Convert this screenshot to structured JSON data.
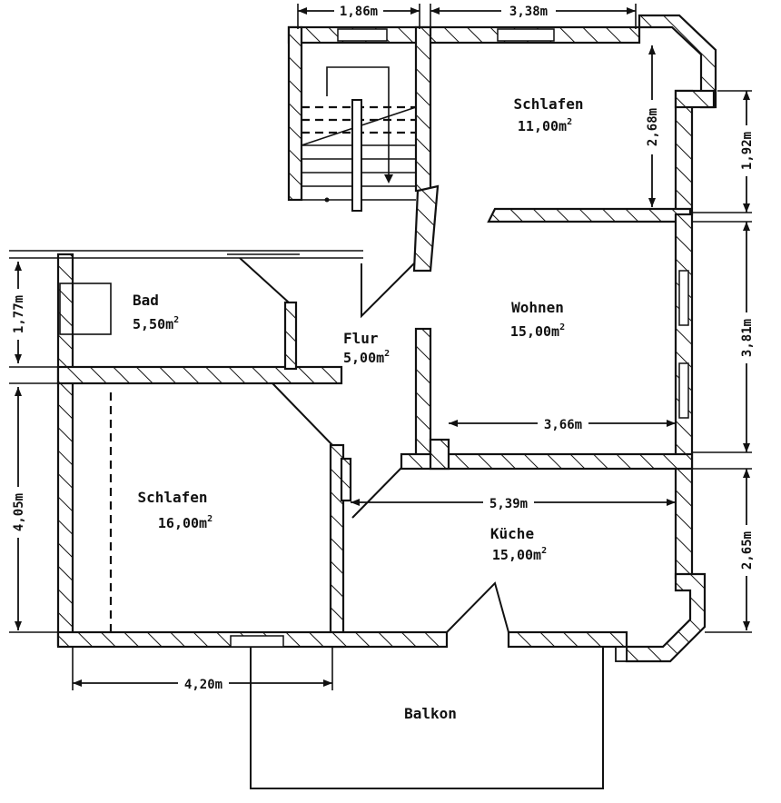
{
  "rooms": {
    "schlafen_top": {
      "name": "Schlafen",
      "area": "11,00m",
      "unit_sup": "2"
    },
    "wohnen": {
      "name": "Wohnen",
      "area": "15,00m",
      "unit_sup": "2"
    },
    "bad": {
      "name": "Bad",
      "area": "5,50m",
      "unit_sup": "2"
    },
    "flur": {
      "name": "Flur",
      "area": "5,00m",
      "unit_sup": "2"
    },
    "schlafen_left": {
      "name": "Schlafen",
      "area": "16,00m",
      "unit_sup": "2"
    },
    "kueche": {
      "name": "Küche",
      "area": "15,00m",
      "unit_sup": "2"
    },
    "balkon": {
      "name": "Balkon"
    }
  },
  "dimensions": {
    "top_stair_width": "1,86m",
    "top_bedroom_width": "3,38m",
    "bedroom_depth_inner": "2,68m",
    "right_top": "1,92m",
    "right_middle": "3,81m",
    "right_bottom": "2,65m",
    "left_top": "1,77m",
    "left_bottom": "4,05m",
    "wohnen_width": "3,66m",
    "kueche_width": "5,39m",
    "bedroom_left_width": "4,20m"
  }
}
